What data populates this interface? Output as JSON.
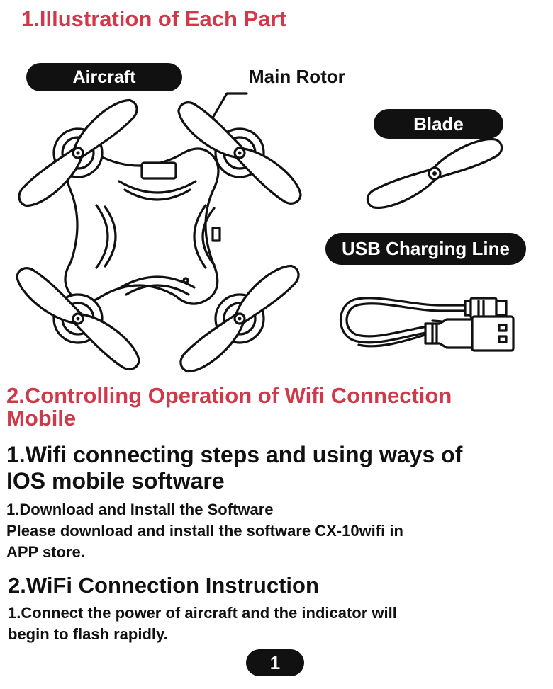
{
  "part1": {
    "title": "1.Illustration of Each Part",
    "labels": {
      "aircraft": "Aircraft",
      "main_rotor": "Main Rotor",
      "blade": "Blade",
      "usb_line": "USB Charging Line"
    }
  },
  "part2": {
    "title_line1": "2.Controlling Operation of Wifi Connection",
    "title_line2": "Mobile"
  },
  "section1": {
    "heading_line1": "1.Wifi connecting steps and using ways of",
    "heading_line2": "IOS mobile software",
    "step_title": "1.Download and Install the Software",
    "step_text_line1": "Please download and install the software CX-10wifi in",
    "step_text_line2": "APP store."
  },
  "section2": {
    "heading": "2.WiFi Connection Instruction",
    "step_text_line1": "1.Connect the power of aircraft and the indicator will",
    "step_text_line2": "begin to flash rapidly."
  },
  "page_number": "1",
  "colors": {
    "accent": "#d0394a",
    "ink": "#111111"
  }
}
